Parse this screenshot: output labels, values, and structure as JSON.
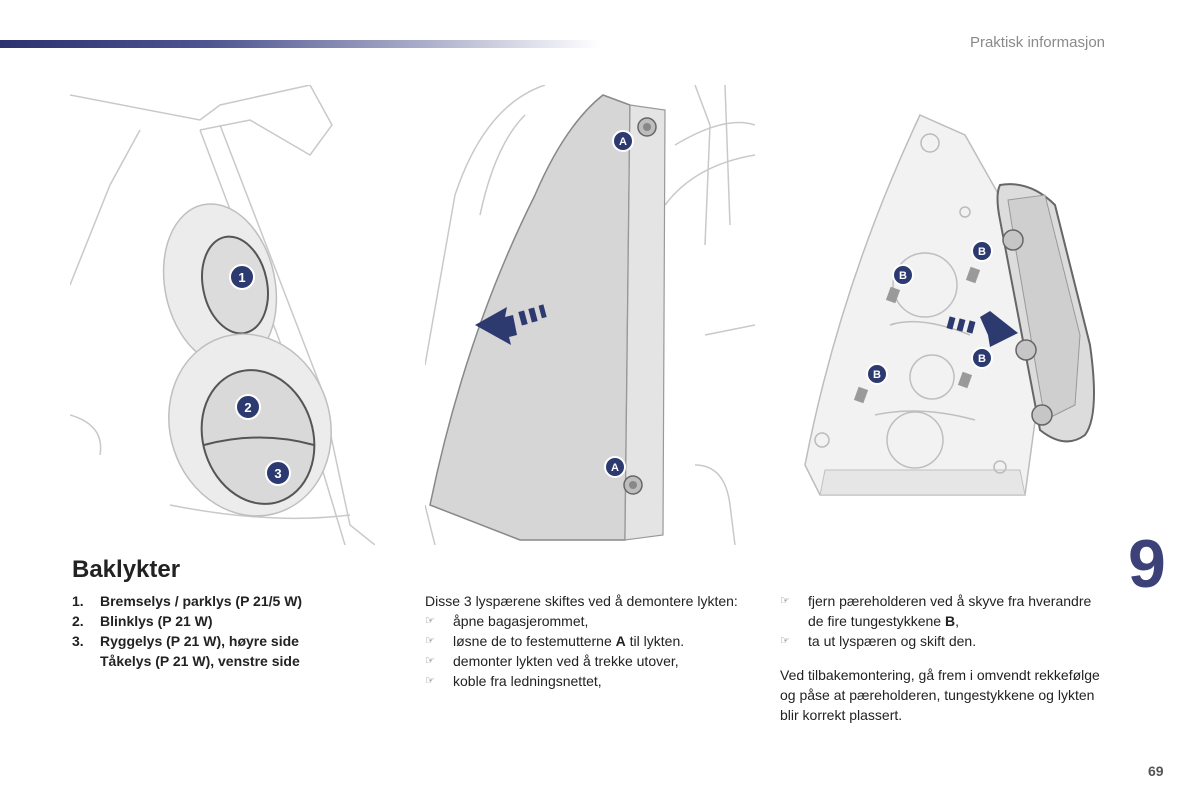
{
  "header": {
    "section_title": "Praktisk informasjon"
  },
  "chapter_number": "9",
  "page_number": "69",
  "page_title": "Baklykter",
  "colors": {
    "accent": "#3c4178",
    "marker": "#2d3a70"
  },
  "bulbs": [
    {
      "num": "1.",
      "label": "Bremselys / parklys (P 21/5 W)"
    },
    {
      "num": "2.",
      "label": "Blinklys (P 21 W)"
    },
    {
      "num": "3.",
      "label": "Ryggelys (P 21 W), høyre side",
      "extra": "Tåkelys (P 21 W), venstre side"
    }
  ],
  "figures": {
    "fig1_markers": [
      "1",
      "2",
      "3"
    ],
    "fig2_markers": [
      "A",
      "A"
    ],
    "fig3_markers": [
      "B",
      "B",
      "B",
      "B"
    ]
  },
  "column2": {
    "intro": "Disse 3 lyspærene skiftes ved å demontere lykten:",
    "steps": [
      {
        "pre": "åpne bagasjerommet,",
        "bold": "",
        "post": ""
      },
      {
        "pre": "løsne de to festemutterne ",
        "bold": "A",
        "post": " til lykten."
      },
      {
        "pre": "demonter lykten ved å trekke utover,",
        "bold": "",
        "post": ""
      },
      {
        "pre": "koble fra ledningsnettet,",
        "bold": "",
        "post": ""
      }
    ]
  },
  "column3": {
    "steps": [
      {
        "pre": "fjern pæreholderen ved å skyve fra hverandre de fire tungestykkene ",
        "bold": "B",
        "post": ","
      },
      {
        "pre": "ta ut lyspæren og skift den.",
        "bold": "",
        "post": ""
      }
    ],
    "closing": "Ved tilbakemontering, gå frem i omvendt rekkefølge og påse at pæreholderen, tungestykkene og lykten blir korrekt plassert."
  },
  "bullet_glyph": "☞"
}
